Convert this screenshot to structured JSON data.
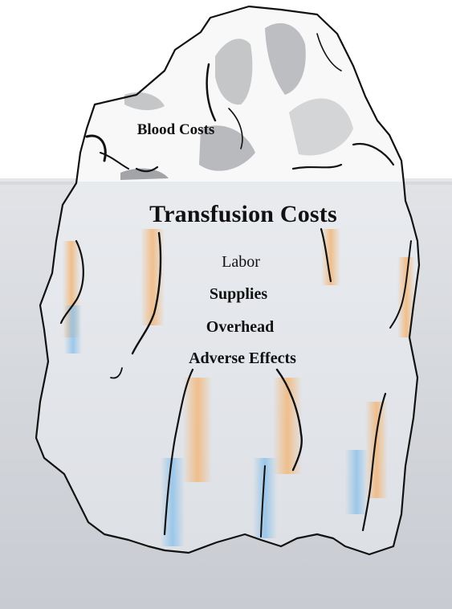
{
  "diagram": {
    "tip_label": "Blood Costs",
    "submerged_title": "Transfusion Costs",
    "submerged_items": [
      "Labor",
      "Supplies",
      "Overhead",
      "Adverse Effects"
    ]
  },
  "colors": {
    "water_top": "#dcdfe4",
    "water_bottom": "#c9ccd2",
    "ice_outline": "#111111",
    "ice_fill": "#f7f7f8",
    "shade_orange": "#f2b77a",
    "shade_blue": "#8fc2ea"
  }
}
